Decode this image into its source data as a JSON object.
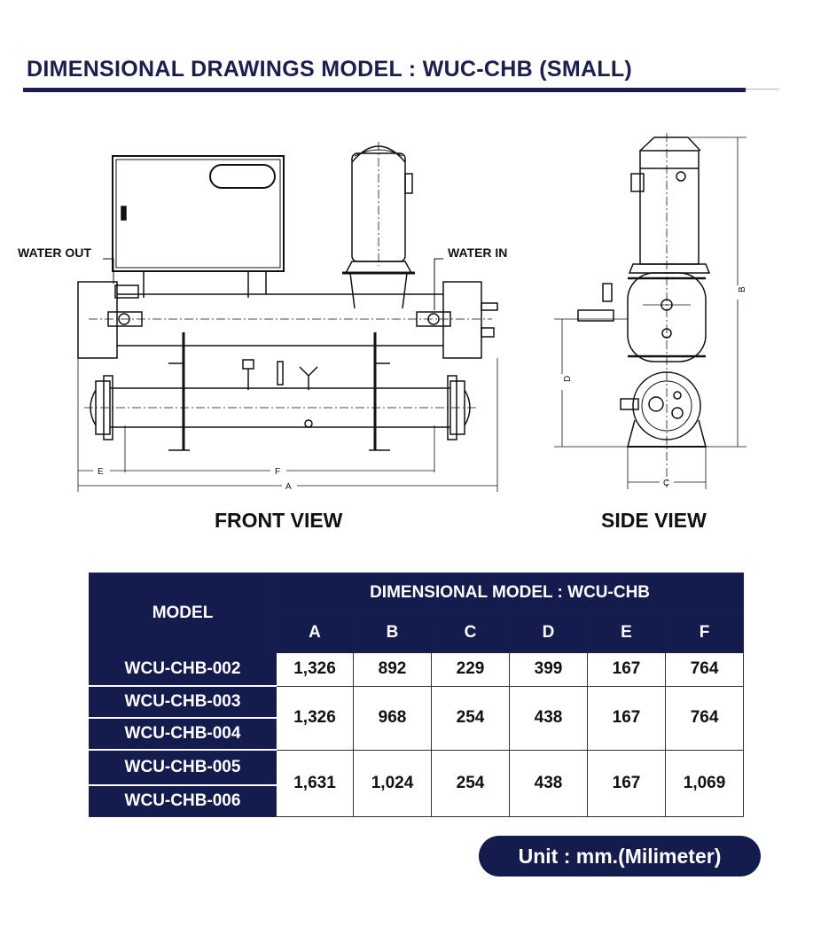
{
  "header": {
    "title": "DIMENSIONAL DRAWINGS MODEL : WUC-CHB (SMALL)"
  },
  "drawing": {
    "callouts": {
      "water_out": "WATER OUT",
      "water_in": "WATER IN"
    },
    "front_dims": {
      "a": "A",
      "e": "E",
      "f": "F"
    },
    "side_dims": {
      "b": "B",
      "c": "C",
      "d": "D"
    },
    "front_view_label": "FRONT VIEW",
    "side_view_label": "SIDE VIEW"
  },
  "table": {
    "model_header": "MODEL",
    "group_header": "DIMENSIONAL MODEL : WCU-CHB",
    "columns": [
      "A",
      "B",
      "C",
      "D",
      "E",
      "F"
    ],
    "models": [
      "WCU-CHB-002",
      "WCU-CHB-003",
      "WCU-CHB-004",
      "WCU-CHB-005",
      "WCU-CHB-006"
    ],
    "values": [
      [
        "1,326",
        "892",
        "229",
        "399",
        "167",
        "764"
      ],
      [
        "1,326",
        "968",
        "254",
        "438",
        "167",
        "764"
      ],
      [
        "1,631",
        "1,024",
        "254",
        "438",
        "167",
        "1,069"
      ]
    ]
  },
  "footer": {
    "unit": "Unit : mm.(Milimeter)"
  }
}
